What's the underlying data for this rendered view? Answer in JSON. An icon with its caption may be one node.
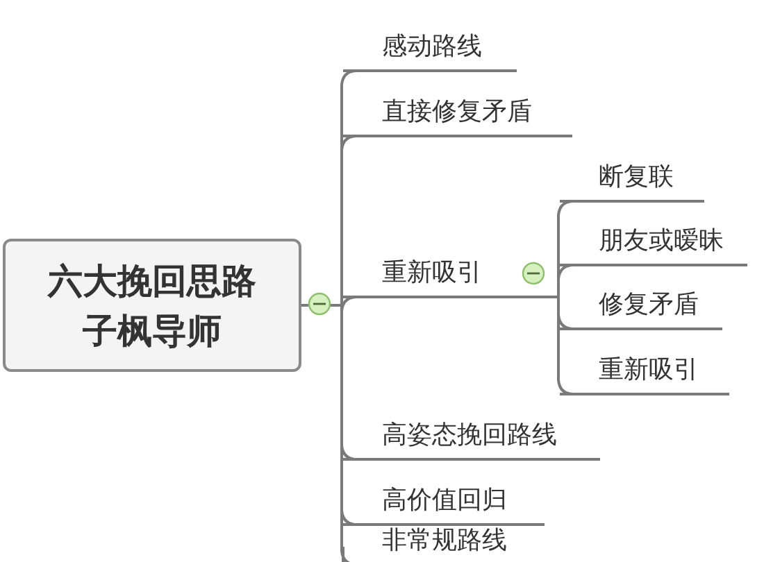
{
  "diagram": {
    "nodes": [
      {
        "text": [
          "六大挽回思路",
          "子枫导师"
        ]
      },
      {
        "text": [
          "感动路线"
        ]
      },
      {
        "text": [
          "直接修复矛盾"
        ]
      },
      {
        "text": [
          "重新吸引"
        ]
      },
      {
        "text": [
          "断复联"
        ]
      },
      {
        "text": [
          "朋友或暧昧"
        ]
      },
      {
        "text": [
          "修复矛盾"
        ]
      },
      {
        "text": [
          "重新吸引"
        ]
      },
      {
        "text": [
          "高姿态挽回路线"
        ]
      },
      {
        "text": [
          "高价值回归"
        ]
      },
      {
        "text": [
          "非常规路线"
        ]
      }
    ],
    "edges": [
      {
        "from": 0,
        "to": 1,
        "arrow": "none"
      },
      {
        "from": 0,
        "to": 2,
        "arrow": "none"
      },
      {
        "from": 0,
        "to": 3,
        "arrow": "none"
      },
      {
        "from": 3,
        "to": 4,
        "arrow": "none"
      },
      {
        "from": 3,
        "to": 5,
        "arrow": "none"
      },
      {
        "from": 3,
        "to": 6,
        "arrow": "none"
      },
      {
        "from": 3,
        "to": 7,
        "arrow": "none"
      },
      {
        "from": 0,
        "to": 8,
        "arrow": "none"
      },
      {
        "from": 0,
        "to": 9,
        "arrow": "none"
      },
      {
        "from": 0,
        "to": 10,
        "arrow": "none"
      }
    ]
  }
}
